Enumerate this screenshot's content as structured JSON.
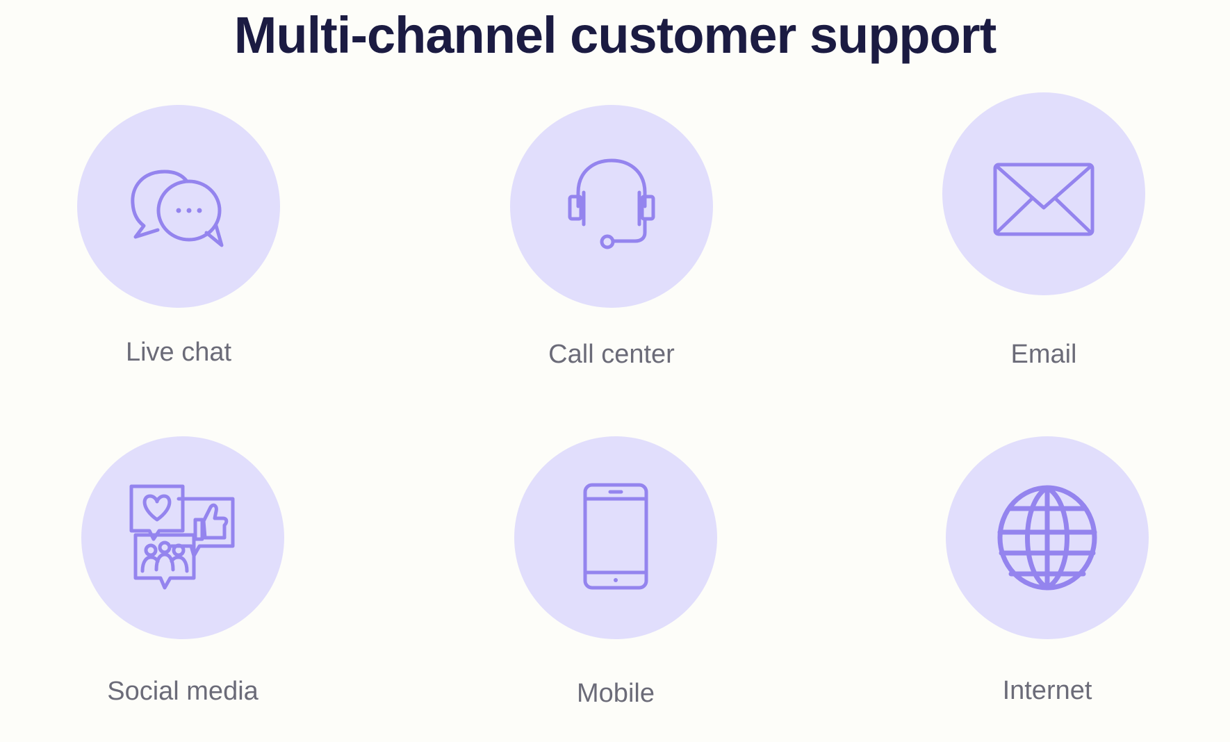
{
  "title": "Multi-channel customer support",
  "colors": {
    "background": "#fdfdf9",
    "circle": "#e1defc",
    "icon": "#9484ee",
    "title": "#1b1b42",
    "label": "#6b6b78"
  },
  "channels": [
    {
      "label": "Live chat",
      "icon": "chat-bubbles-icon"
    },
    {
      "label": "Call center",
      "icon": "headset-icon"
    },
    {
      "label": "Email",
      "icon": "envelope-icon"
    },
    {
      "label": "Social media",
      "icon": "social-media-icon"
    },
    {
      "label": "Mobile",
      "icon": "smartphone-icon"
    },
    {
      "label": "Internet",
      "icon": "globe-icon"
    }
  ]
}
